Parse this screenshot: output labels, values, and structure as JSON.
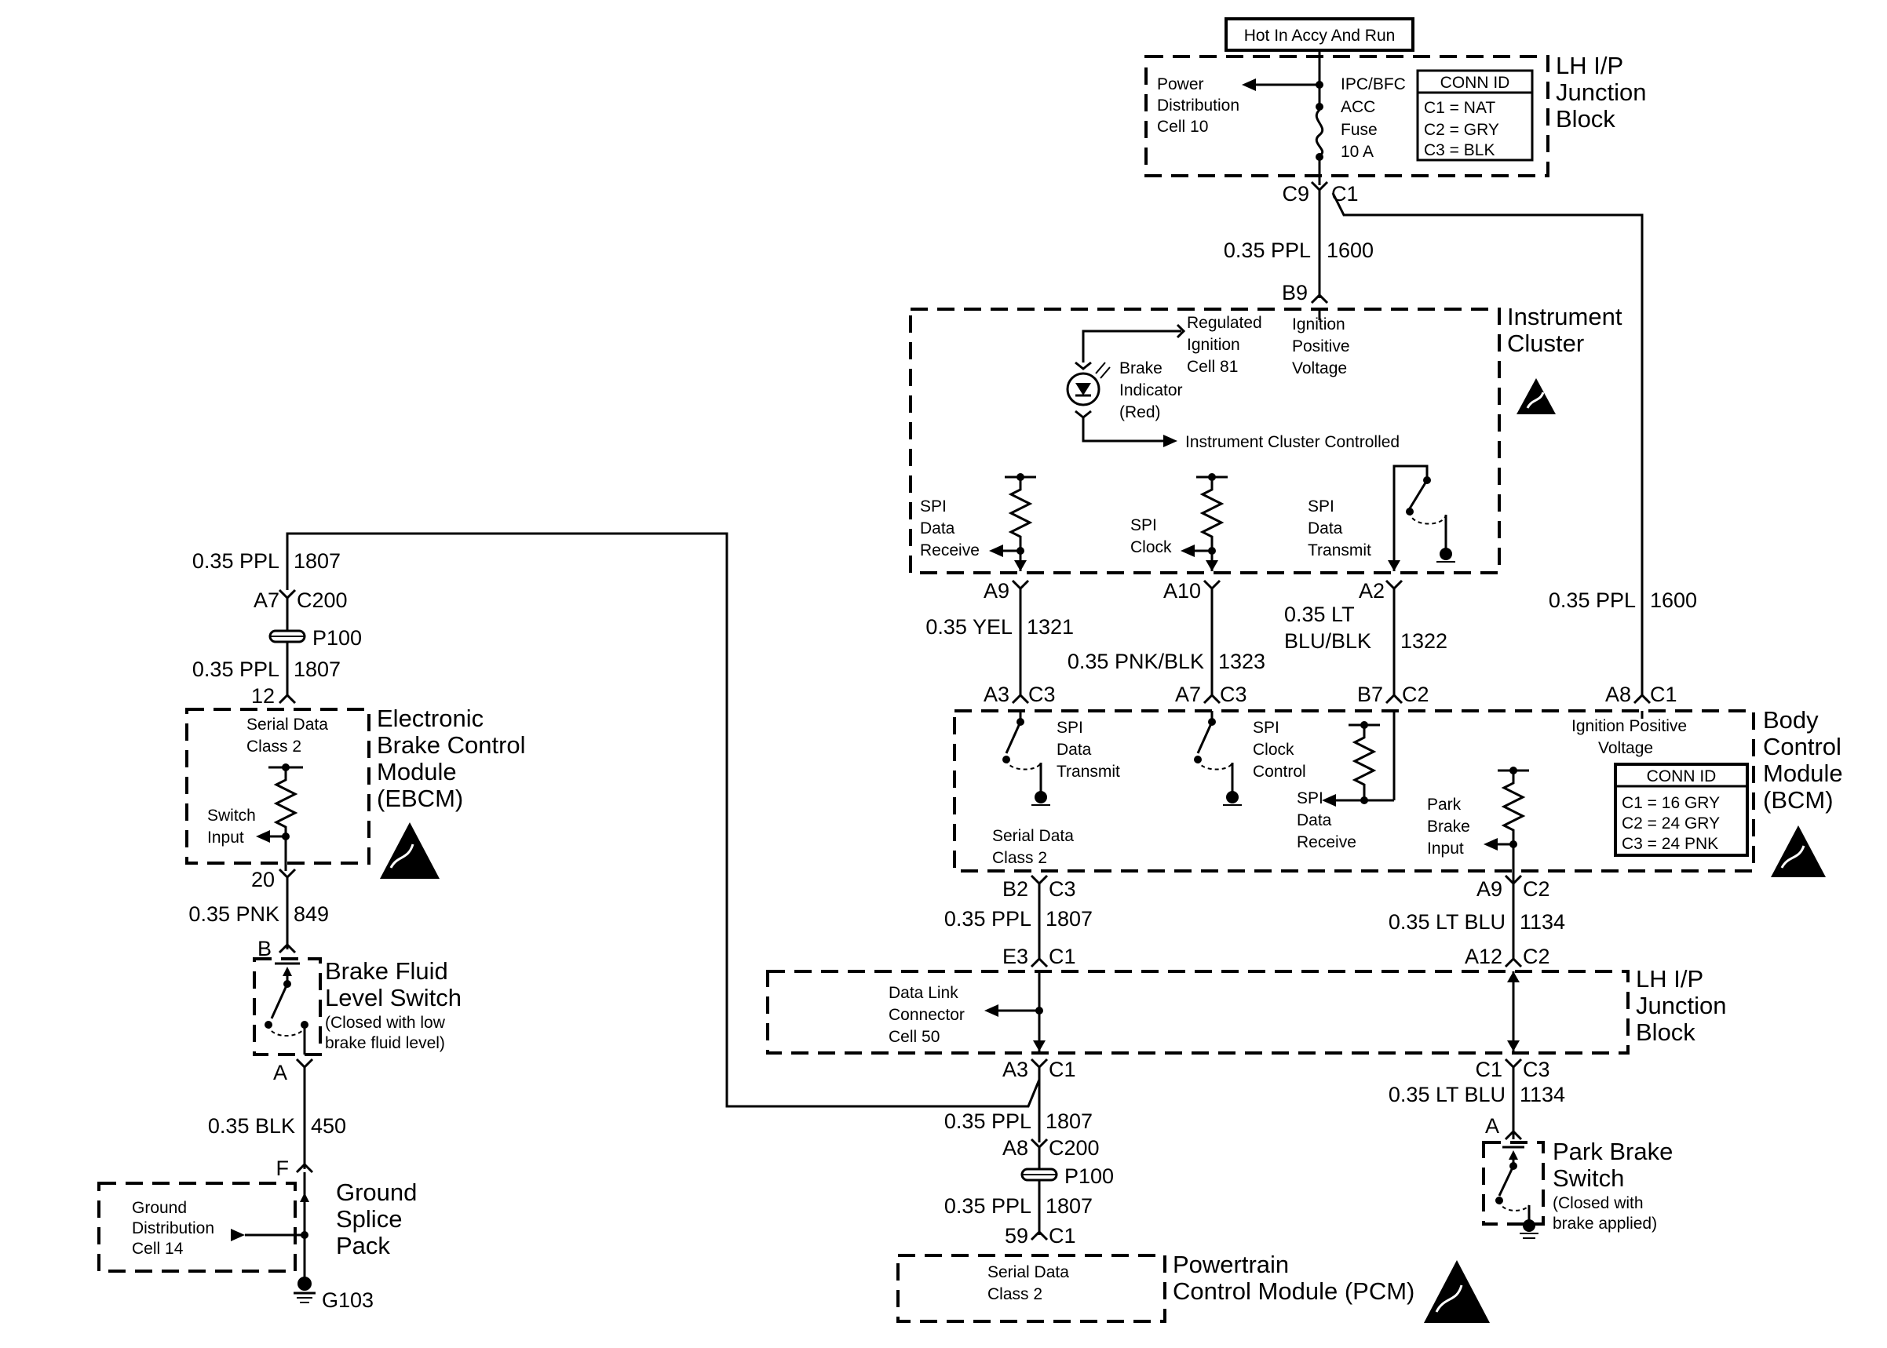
{
  "title": "Hot In Accy And Run",
  "lh_ip_junction_block_top": {
    "name": [
      "LH I/P",
      "Junction",
      "Block"
    ],
    "power_distribution": [
      "Power",
      "Distribution",
      "Cell 10"
    ],
    "fuse": [
      "IPC/BFC",
      "ACC",
      "Fuse",
      "10 A"
    ],
    "conn_id_title": "CONN ID",
    "conn_id": [
      "C1 = NAT",
      "C2 = GRY",
      "C3 = BLK"
    ],
    "pin_left": "C9",
    "pin_right": "C1"
  },
  "wires": {
    "w1600_a": "0.35 PPL",
    "w1600_a_num": "1600",
    "w1600_b": "0.35 PPL",
    "w1600_b_num": "1600",
    "w1321": "0.35 YEL",
    "w1321_num": "1321",
    "w1323": "0.35 PNK/BLK",
    "w1323_num": "1323",
    "w1322_l1": "0.35 LT",
    "w1322_l2": "BLU/BLK",
    "w1322_num": "1322",
    "w1807_a": "0.35 PPL",
    "w1807_a_num": "1807",
    "w1807_b": "0.35 PPL",
    "w1807_b_num": "1807",
    "w1807_c": "0.35 PPL",
    "w1807_c_num": "1807",
    "w1807_d": "0.35 PPL",
    "w1807_d_num": "1807",
    "w1807_e": "0.35 PPL",
    "w1807_e_num": "1807",
    "w1134_a": "0.35 LT BLU",
    "w1134_a_num": "1134",
    "w1134_b": "0.35 LT BLU",
    "w1134_b_num": "1134",
    "w849": "0.35 PNK",
    "w849_num": "849",
    "w450": "0.35 BLK",
    "w450_num": "450"
  },
  "instrument_cluster": {
    "name": [
      "Instrument",
      "Cluster"
    ],
    "pin_b9": "B9",
    "regulated": [
      "Regulated",
      "Ignition",
      "Cell 81"
    ],
    "ignition_positive": [
      "Ignition",
      "Positive",
      "Voltage"
    ],
    "brake_indicator": [
      "Brake",
      "Indicator",
      "(Red)"
    ],
    "controlled": "Instrument Cluster Controlled",
    "spi_receive": [
      "SPI",
      "Data",
      "Receive"
    ],
    "spi_clock": [
      "SPI",
      "Clock"
    ],
    "spi_transmit": [
      "SPI",
      "Data",
      "Transmit"
    ],
    "pin_a9": "A9",
    "pin_a10": "A10",
    "pin_a2": "A2"
  },
  "bcm": {
    "name": [
      "Body",
      "Control",
      "Module",
      "(BCM)"
    ],
    "pin_a3": "A3",
    "pin_a3_conn": "C3",
    "pin_a7": "A7",
    "pin_a7_conn": "C3",
    "pin_b7": "B7",
    "pin_b7_conn": "C2",
    "pin_a8": "A8",
    "pin_a8_conn": "C1",
    "spi_transmit": [
      "SPI",
      "Data",
      "Transmit"
    ],
    "spi_clock": [
      "SPI",
      "Clock",
      "Control"
    ],
    "spi_receive": [
      "SPI",
      "Data",
      "Receive"
    ],
    "ignition": [
      "Ignition Positive",
      "Voltage"
    ],
    "serial": [
      "Serial Data",
      "Class 2"
    ],
    "park_brake": [
      "Park",
      "Brake",
      "Input"
    ],
    "conn_id_title": "CONN ID",
    "conn_id": [
      "C1 = 16 GRY",
      "C2 = 24 GRY",
      "C3 = 24 PNK"
    ],
    "pin_b2": "B2",
    "pin_b2_conn": "C3",
    "pin_a9": "A9",
    "pin_a9_conn": "C2"
  },
  "lh_ip_junction_block_bottom": {
    "name": [
      "LH I/P",
      "Junction",
      "Block"
    ],
    "dlc": [
      "Data Link",
      "Connector",
      "Cell 50"
    ],
    "pin_e3": "E3",
    "pin_e3_conn": "C1",
    "pin_a12": "A12",
    "pin_a12_conn": "C2",
    "pin_a3": "A3",
    "pin_a3_conn": "C1",
    "pin_c1": "C1",
    "pin_c1_conn": "C3"
  },
  "pcm": {
    "name": [
      "Powertrain",
      "Control Module (PCM)"
    ],
    "pin_a8": "A8",
    "pin_a8_conn": "C200",
    "splice": "P100",
    "pin_59": "59",
    "pin_59_conn": "C1",
    "serial": [
      "Serial Data",
      "Class 2"
    ]
  },
  "park_brake_switch": {
    "name": [
      "Park Brake",
      "Switch"
    ],
    "note": [
      "(Closed with",
      "brake applied)"
    ],
    "pin": "A"
  },
  "ebcm": {
    "pin_a7": "A7",
    "pin_a7_conn": "C200",
    "splice": "P100",
    "pin_12": "12",
    "name": [
      "Electronic",
      "Brake Control",
      "Module",
      "(EBCM)"
    ],
    "serial": [
      "Serial Data",
      "Class 2"
    ],
    "switch_input": [
      "Switch",
      "Input"
    ],
    "pin_20": "20"
  },
  "brake_fluid_switch": {
    "pin_b": "B",
    "name": [
      "Brake Fluid",
      "Level Switch"
    ],
    "note": [
      "(Closed with low",
      "brake fluid level)"
    ],
    "pin_a": "A"
  },
  "ground_splice": {
    "pin_f": "F",
    "name": [
      "Ground",
      "Splice",
      "Pack"
    ],
    "ground_dist": [
      "Ground",
      "Distribution",
      "Cell 14"
    ],
    "ground": "G103"
  }
}
